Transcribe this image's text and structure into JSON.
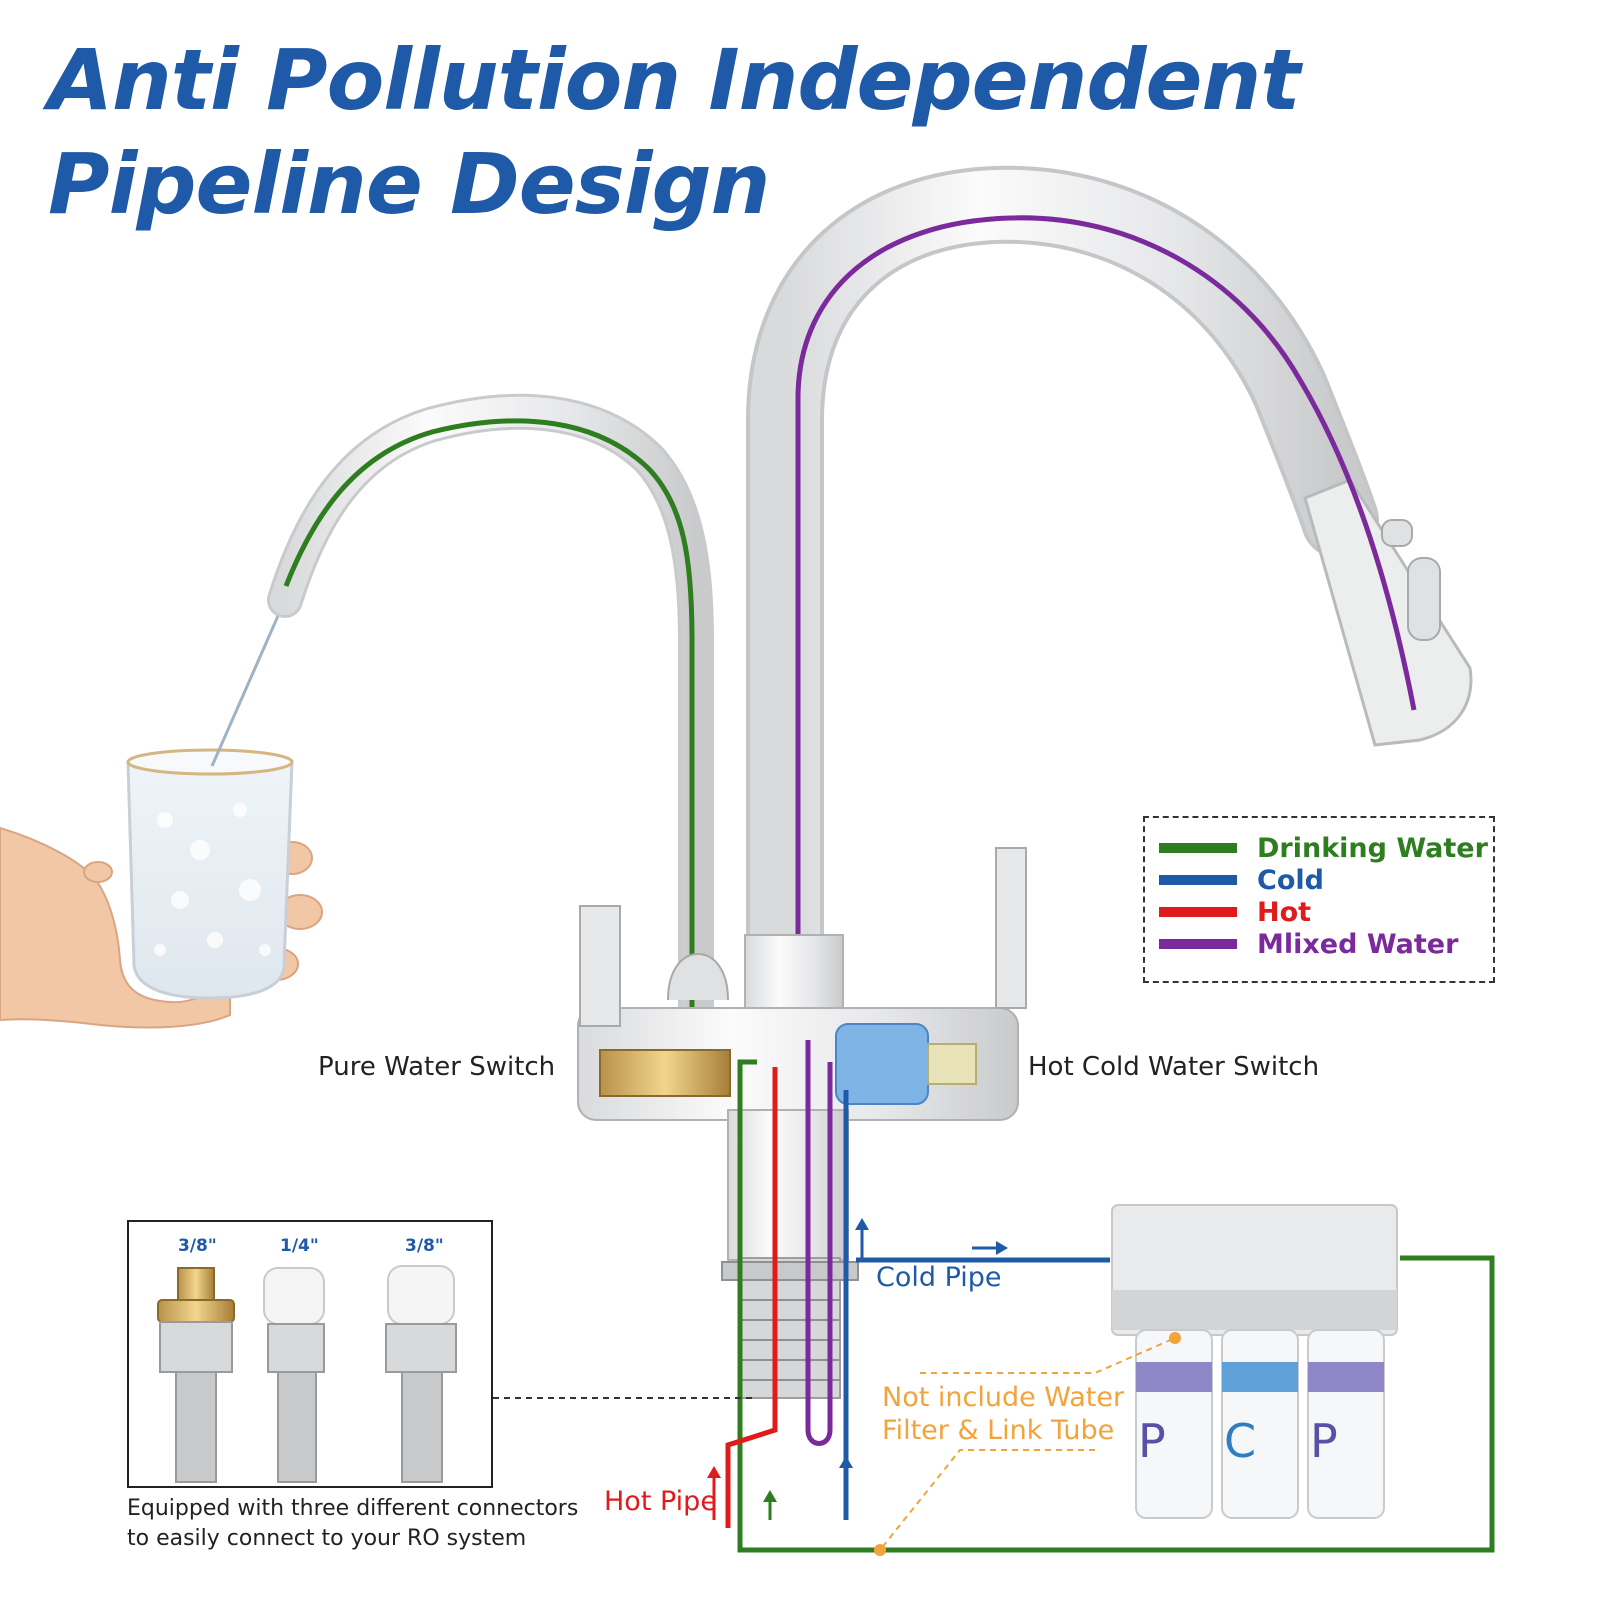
{
  "title": {
    "line1": "Anti Pollution Independent",
    "line2": "Pipeline Design"
  },
  "legend": [
    {
      "label": "Drinking Water",
      "color": "#2e7d1e"
    },
    {
      "label": "Cold",
      "color": "#1f5aa8"
    },
    {
      "label": "Hot",
      "color": "#e01b1b"
    },
    {
      "label": "Mlixed Water",
      "color": "#7b2a9c"
    }
  ],
  "labels": {
    "pure_switch": "Pure Water Switch",
    "hot_cold_switch": "Hot Cold Water Switch",
    "cold_pipe": "Cold Pipe",
    "hot_pipe": "Hot Pipe",
    "filter_note_line1": "Not include Water",
    "filter_note_line2": "Filter & Link Tube"
  },
  "connectors": {
    "sizes": [
      "3/8\"",
      "1/4\"",
      "3/8\""
    ]
  },
  "caption": {
    "line1": "Equipped with three different connectors",
    "line2": "to easily connect to your RO system"
  },
  "filter_cartridges": [
    "P",
    "C",
    "P"
  ]
}
